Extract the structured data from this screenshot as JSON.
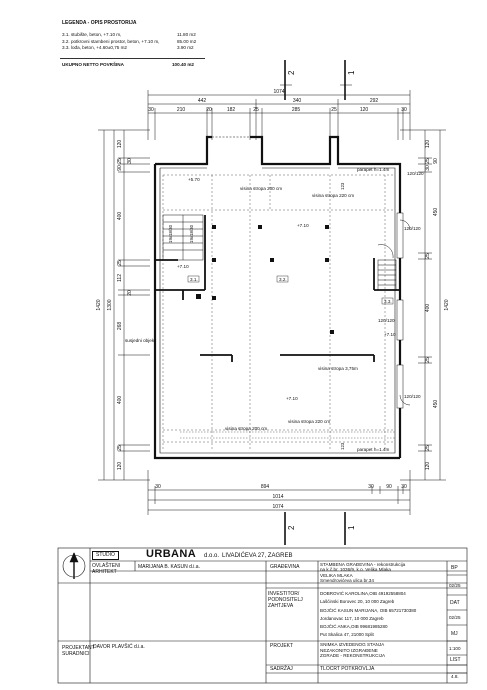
{
  "legend": {
    "title": "LEGENDA - OPIS PROSTORIJA",
    "rows": [
      {
        "label": "3.1. stubište, beton, +7.10 m,",
        "area": "11.80 m2"
      },
      {
        "label": "3.2. potkrovni stambeni prostor, beton, +7.10 m,",
        "area": "85.00 m2"
      },
      {
        "label": "3.3. lođa, beton, +4.60±0,75 m2",
        "area": "3.90 m2"
      }
    ],
    "total_label": "UKUPNO NETTO POVRŠINA",
    "total_value": "100.40 m2"
  },
  "plan": {
    "section_top_left": "2",
    "section_top_right": "1",
    "section_bottom_left": "2",
    "section_bottom_right": "1",
    "dims_top_overall": "1074",
    "dims_top_mid": [
      "442",
      "340",
      "292"
    ],
    "dims_top_small": [
      "30",
      "210",
      "20",
      "182",
      "25",
      "285",
      "25",
      "120",
      "30"
    ],
    "dims_left_overall": "1420",
    "dims_left_mid": "1300",
    "dims_left_small": [
      "120",
      "25",
      "30",
      "90",
      "400",
      "25",
      "112",
      "20",
      "268",
      "400",
      "25",
      "120"
    ],
    "dims_right_overall": "1420",
    "dims_right_small": [
      "120",
      "25",
      "90",
      "30",
      "450",
      "25",
      "400",
      "25",
      "450",
      "25",
      "120"
    ],
    "dims_bottom_small": [
      "30",
      "894",
      "30",
      "90",
      "30"
    ],
    "dims_bottom_mid": "1014",
    "dims_bottom_overall": "1074",
    "labels": {
      "parapet_top": "parapet h=1.4m",
      "parapet_bottom": "parapet h=1.4m",
      "visina_200_top": "visina stropa 200 cm",
      "visina_220_top": "visina stropa 220 cm",
      "visina_375": "visina stropa 3,75m",
      "visina_200_bottom": "visina stropa 200 cm",
      "visina_220_bottom": "visina stropa 220 cm",
      "susjedni": "susjedni objekt",
      "room_31": "3.1.",
      "room_32": "3.2.",
      "room_33": "3.3.",
      "level_570": "+5.70",
      "level_710_a": "+7.10",
      "level_710_b": "+7.10",
      "level_710_c": "+7.10",
      "level_710_d": "+7.10",
      "stair_a": "19x18/30",
      "stair_b": "19x18/30",
      "win_tr": "120/120",
      "win_r1": "120/120",
      "win_r2": "120/120",
      "dim_123_top": "123",
      "dim_123_bot": "123"
    }
  },
  "titleblock": {
    "studio": "STUDIO",
    "firm": "URBANA",
    "firm_suffix": "d.o.o.",
    "firm_address": "LIVADIĆEVA 27, ZAGREB",
    "ovlasteni_label": "OVLAŠTENI ARHITEKT",
    "ovlasteni_name": "MARIJANA B. KASUN d.i.a.",
    "gradevina_label": "GRAĐEVINA",
    "gradevina_value": [
      "STAMBENA GRAĐEVINA - rekonstrukcija",
      "na k.č.br. 1036/9, k.o. Velika Mlaka",
      "VELIKA MLAKA",
      "Smendrovićeva ulica br.34"
    ],
    "investitor_label": [
      "INVESTITOR/",
      "PODNOSITELJ",
      "ZAHTJEVA"
    ],
    "investitor_value": [
      "DOBROVIĆ KAROLINA,OIB 49192558804",
      "Lašćinski Borovec 20, 10 000 Zagreb",
      "BOJČIĆ KASUN MARIJANA, OIB 65721730380",
      "Jordanovac 117, 10 000 Zagreb",
      "BOJČIĆ ANKA,OIB 99681985280",
      "Put Skalica 47, 21000 Split"
    ],
    "projektant_label": [
      "PROJEKTANT",
      "SURADNICI"
    ],
    "projektant_name": "DAVOR PLAVŠIĆ d.i.a.",
    "projekt_label": "PROJEKT",
    "projekt_value": [
      "SNIMKA IZVEDENOG STANJA",
      "NEZAKONITO IZGRAĐENE",
      "ZGRADE - REKONSTRUKCIJA"
    ],
    "sadrzaj_label": "SADRŽAJ",
    "sadrzaj_value": "TLOCRT POTKROVLJA",
    "right_col": [
      "BP",
      "02/25",
      "DAT",
      "02/25",
      "MJ",
      "1:100",
      "LIST",
      "4.8."
    ]
  }
}
